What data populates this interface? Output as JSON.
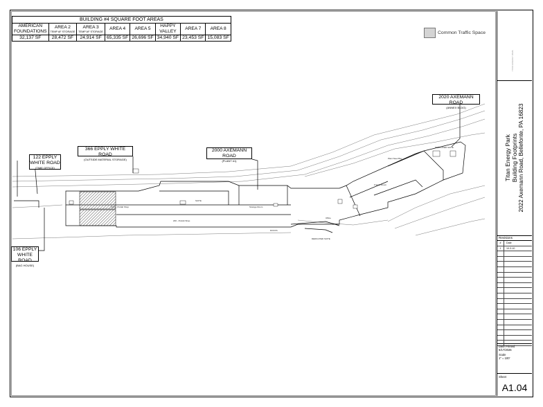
{
  "area_table": {
    "title": "BUILDING #4 SQUARE FOOT AREAS",
    "columns": [
      {
        "name": "AMERICAN FOUNDATIONS",
        "line1": "AMERICAN",
        "line2": "FOUNDATIONS",
        "note": "",
        "value": "32,137 SF"
      },
      {
        "name": "AREA 2",
        "line1": "AREA 2",
        "line2": "",
        "note": "TEMP AF STORAGE",
        "value": "28,472 SF"
      },
      {
        "name": "AREA 3",
        "line1": "AREA 3",
        "line2": "",
        "note": "TEMP AF STORAGE",
        "value": "24,914 SF"
      },
      {
        "name": "AREA 4",
        "line1": "AREA 4",
        "line2": "",
        "note": "",
        "value": "65,335 SF"
      },
      {
        "name": "AREA 5",
        "line1": "AREA 5",
        "line2": "",
        "note": "",
        "value": "26,696 SF"
      },
      {
        "name": "HAPPY VALLEY",
        "line1": "HAPPY",
        "line2": "VALLEY",
        "note": "",
        "value": "34,940 SF"
      },
      {
        "name": "AREA 7",
        "line1": "AREA 7",
        "line2": "",
        "note": "",
        "value": "23,453 SF"
      },
      {
        "name": "AREA 8",
        "line1": "AREA 8",
        "line2": "",
        "note": "",
        "value": "15,083 SF"
      }
    ]
  },
  "legend": {
    "label": "Common Traffic Space",
    "color": "#d4d4d4"
  },
  "callouts": {
    "annex": {
      "main": "2020 AXEMANN ROAD",
      "sub": "(ANNEX BLDG)"
    },
    "plant": {
      "main": "2000 AXEMANN ROAD",
      "sub": "(PLANT #1)"
    },
    "outside": {
      "main": "366 EPPLY WHITE ROAD",
      "sub": "(OUTSIDE MATERIAL STORAGE)"
    },
    "time": {
      "line1": "122 EPPLY",
      "line2": "WHITE ROAD",
      "sub": "(TIME OFFICE)"
    },
    "bag": {
      "line1": "106 EPPLY",
      "line2": "WHITE ROAD",
      "sub": "(BAG HOUSE)"
    }
  },
  "title_block": {
    "logo_text": "TITAN ENERGY PARK",
    "project": "Titan Energy Park",
    "drawing": "Building Footprints",
    "address": "2022 Axemann Road, Bellefonte, PA 16823",
    "revisions_label": "Revisions",
    "rev_header": {
      "num": "#",
      "date": "Date"
    },
    "revisions": [
      {
        "num": "1",
        "date": "10-3-10"
      }
    ],
    "date_printed_label": "Date Printed",
    "date_printed": "6/17/2026",
    "scale_label": "Scale",
    "scale": "1\" = 100'",
    "sheet_label": "Sheet",
    "sheet_number": "A1.04"
  },
  "colors": {
    "line": "#000000",
    "shade": "#d4d4d4",
    "hatch": "#666666"
  }
}
